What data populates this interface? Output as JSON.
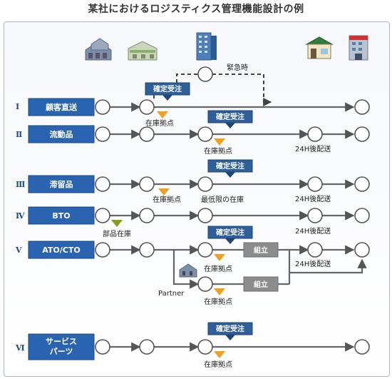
{
  "title": "某社におけるロジスティクス管理機能設計の例",
  "rows": [
    {
      "numeral": "Ⅰ",
      "category": "顧客直送"
    },
    {
      "numeral": "Ⅱ",
      "category": "流動品"
    },
    {
      "numeral": "Ⅲ",
      "category": "滞留品"
    },
    {
      "numeral": "Ⅳ",
      "category": "BTO"
    },
    {
      "numeral": "Ⅴ",
      "category": "ATO/CTO"
    },
    {
      "numeral": "Ⅵ",
      "category": "サービス\nパーツ"
    }
  ],
  "labels": {
    "kakutei": "確定受注",
    "kinkyu": "緊急時",
    "zaiko_kyoten": "在庫拠点",
    "saitei_zaiko": "最低限の在庫",
    "haiso_24h": "24H後配送",
    "buhin_zaiko": "部品在庫",
    "kumitate": "組立",
    "partner": "Partner"
  },
  "colors": {
    "category_box": "#2a64b0",
    "kakutei_box": "#2f5f98",
    "stock_triangle": "#f0a020",
    "parts_triangle": "#8a9a1a",
    "assembly_box": "#8c8c8c"
  }
}
